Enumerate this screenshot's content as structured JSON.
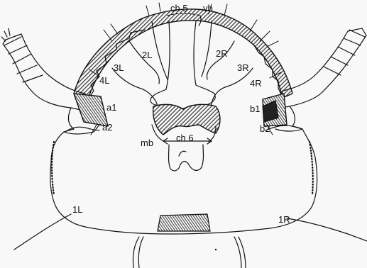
{
  "colors": {
    "ink": "#111111",
    "paper": "#f8f8f8",
    "hatch": "#444444"
  },
  "labels": {
    "ch5": "ch 5",
    "vb": "vb",
    "l2": "2L",
    "r2": "2R",
    "l3": "3L",
    "r3": "3R",
    "l4": "4L",
    "r4": "4R",
    "a1": "a1",
    "b1": "b1",
    "a2": "a2",
    "b2": "b2",
    "mb": "mb",
    "ch6": "ch 6",
    "l1": "1L",
    "r1": "1R"
  }
}
